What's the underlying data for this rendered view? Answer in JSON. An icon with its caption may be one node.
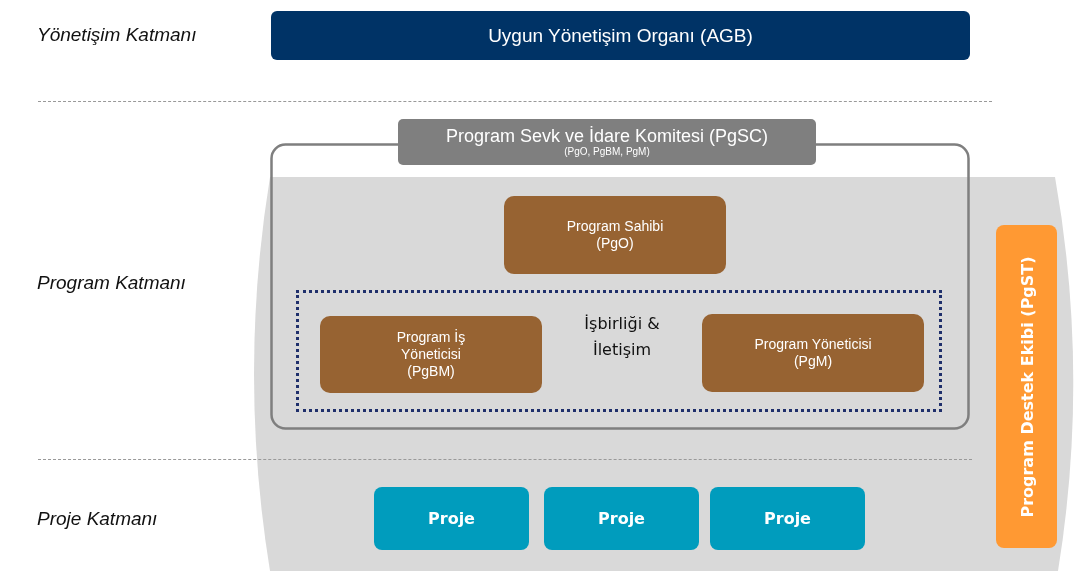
{
  "diagram": {
    "nodes": [
      {
        "text": [
          "Uygun Yönetişim Organı (AGB)"
        ]
      },
      {
        "text": [],
        "shape": "box"
      },
      {
        "text": [
          "Program Sevk ve İdare Komitesi (PgSC)",
          "(PgO, PgBM, PgM)"
        ]
      },
      {
        "text": [
          "Program Sahibi (PgO)"
        ],
        "in": 2
      },
      {
        "text": [
          "İşbirliği & İletişim"
        ],
        "in": 2
      },
      {
        "text": [
          "Program İş Yöneticisi (PgBM)"
        ],
        "in": 4
      },
      {
        "text": [
          "Program Yöneticisi (PgM)"
        ],
        "in": 4
      },
      {
        "text": [
          "Program Destek Ekibi (PgST)"
        ],
        "in": 1
      },
      {
        "text": [
          "Proje"
        ],
        "in": 1
      },
      {
        "text": [
          "Proje"
        ],
        "in": 1
      },
      {
        "text": [
          "Proje"
        ],
        "in": 1
      }
    ],
    "edges": [],
    "labels": [
      "Yönetişim Katmanı",
      "Program Katmanı",
      "Proje Katmanı"
    ]
  }
}
